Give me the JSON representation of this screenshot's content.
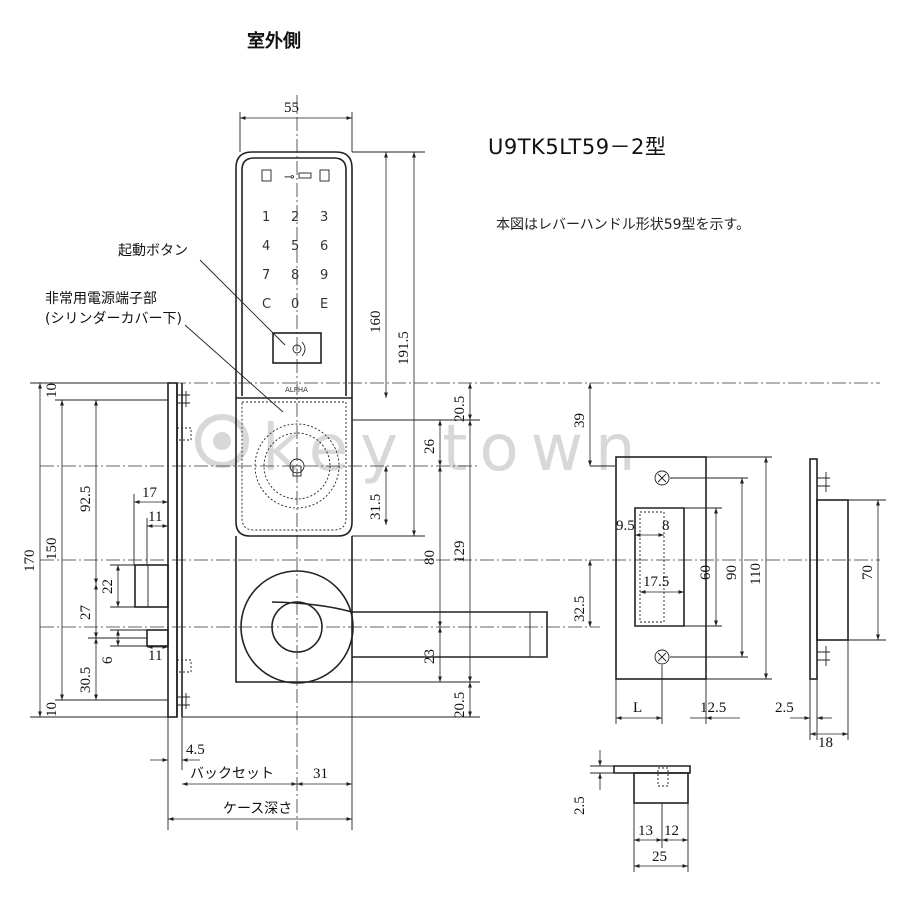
{
  "title": "室外側",
  "model": "U9TK5LT59－2型",
  "note": "本図はレバーハンドル形状59型を示す。",
  "labels": {
    "start_button": "起動ボタン",
    "power_terminal_line1": "非常用電源端子部",
    "power_terminal_line2": "(シリンダーカバー下)",
    "backset": "バックセット",
    "case_depth": "ケース深さ",
    "brand": "ALPHA"
  },
  "keypad": {
    "keys": [
      "1",
      "2",
      "3",
      "4",
      "5",
      "6",
      "7",
      "8",
      "9",
      "C",
      "0",
      "E"
    ]
  },
  "watermark": "key town",
  "dimensions": {
    "width_55": "55",
    "h_160": "160",
    "h_191_5": "191.5",
    "v_20_5_top": "20.5",
    "v_26": "26",
    "v_31_5": "31.5",
    "v_80": "80",
    "v_129": "129",
    "v_23": "23",
    "v_20_5_bottom": "20.5",
    "v_39": "39",
    "v_32_5": "32.5",
    "left_170": "170",
    "left_150": "150",
    "left_92_5": "92.5",
    "left_10_top": "10",
    "left_10_bottom": "10",
    "left_17": "17",
    "left_11_top": "11",
    "left_22": "22",
    "left_27": "27",
    "left_6": "6",
    "left_11_bottom": "11",
    "left_30_5": "30.5",
    "bottom_4_5": "4.5",
    "bottom_31": "31",
    "strike_9_5": "9.5",
    "strike_8": "8",
    "strike_60": "60",
    "strike_90": "90",
    "strike_110": "110",
    "strike_17_5": "17.5",
    "strike_L": "L",
    "strike_12_5": "12.5",
    "side_70": "70",
    "side_2_5": "2.5",
    "side_18": "18",
    "box_2_5": "2.5",
    "box_13": "13",
    "box_12": "12",
    "box_25": "25"
  }
}
